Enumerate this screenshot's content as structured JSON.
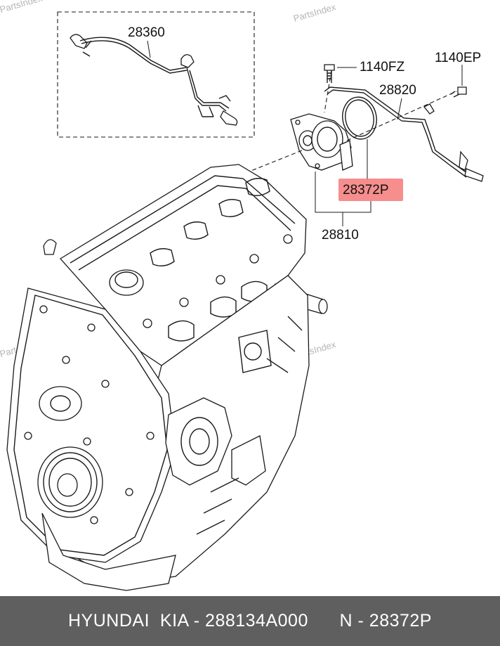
{
  "watermarks": [
    "PartsIndex",
    "PartsIndex",
    "PartsIndex",
    "PartsIndex"
  ],
  "callouts": {
    "c28360": "28360",
    "c1140fz": "1140FZ",
    "c1140ep": "1140EP",
    "c28820": "28820",
    "c28372p": "28372P",
    "c28810": "28810"
  },
  "highlight_color": "#f47a7a",
  "footer": {
    "text": "HYUNDAI  KIA - 288134A000      N - 28372P",
    "background": "#5f5f5f"
  }
}
